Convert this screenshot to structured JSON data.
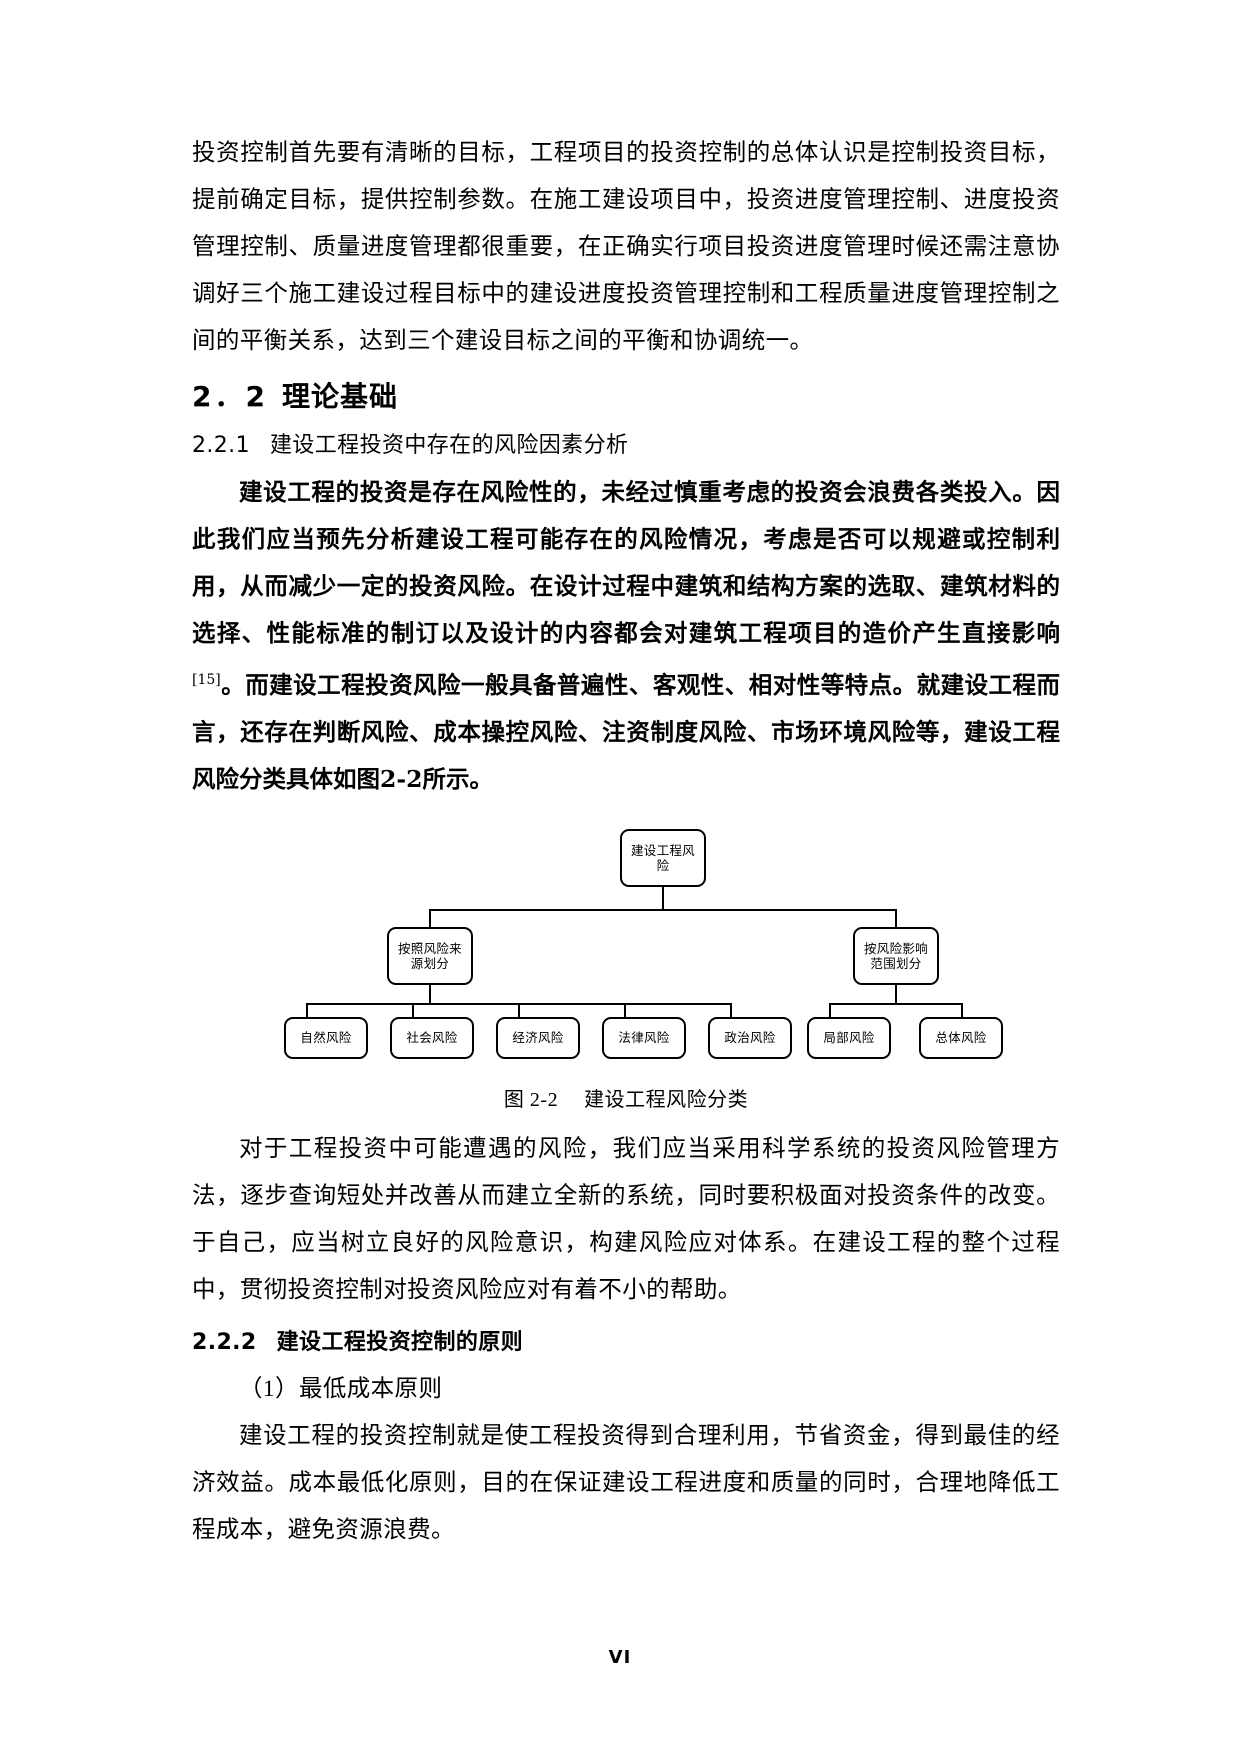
{
  "document": {
    "page_number": "VI"
  },
  "paragraphs": {
    "p1": "投资控制首先要有清晰的目标，工程项目的投资控制的总体认识是控制投资目标，提前确定目标，提供控制参数。在施工建设项目中，投资进度管理控制、进度投资管理控制、质量进度管理都很重要，在正确实行项目投资进度管理时候还需注意协调好三个施工建设过程目标中的建设进度投资管理控制和工程质量进度管理控制之间的平衡关系，达到三个建设目标之间的平衡和协调统一。",
    "p2_part1": "建设工程的投资是存在风险性的，未经过慎重考虑的投资会浪费各类投入。因此我们应当预先分析建设工程可能存在的风险情况，考虑是否可以规避或控制利用，从而减少一定的投资风险。在设计过程中建筑和结构方案的选取、建筑材料的选择、性能标准的制订以及设计的内容都会对建筑工程项目的造价产生直接影响",
    "p2_citation": "[15]",
    "p2_part2": "。而建设工程投资风险一般具备普遍性、客观性、相对性等特点。就建设工程而言，还存在判断风险、成本操控风险、注资制度风险、市场环境风险等，建设工程风险分类具体如图2-2所示。",
    "p3": "对于工程投资中可能遭遇的风险，我们应当采用科学系统的投资风险管理方法，逐步查询短处并改善从而建立全新的系统，同时要积极面对投资条件的改变。于自己，应当树立良好的风险意识，构建风险应对体系。在建设工程的整个过程中，贯彻投资控制对投资风险应对有着不小的帮助。",
    "p4": "（1）最低成本原则",
    "p5": "建设工程的投资控制就是使工程投资得到合理利用，节省资金，得到最佳的经济效益。成本最低化原则，目的在保证建设工程进度和质量的同时，合理地降低工程成本，避免资源浪费。"
  },
  "headings": {
    "h2_number": "2．2",
    "h2_title": "理论基础",
    "h3_1_number": "2.2.1",
    "h3_1_title": "建设工程投资中存在的风险因素分析",
    "h3_2_number": "2.2.2",
    "h3_2_title": "建设工程投资控制的原则"
  },
  "figure": {
    "caption_label": "图 2-2",
    "caption_title": "建设工程风险分类",
    "root": "建设工程风\n险",
    "branch_left": "按照风险来\n源划分",
    "branch_right": "按风险影响\n范围划分",
    "leaves_left": [
      "自然风险",
      "社会风险",
      "经济风险",
      "法律风险",
      "政治风险"
    ],
    "leaves_right": [
      "局部风险",
      "总体风险"
    ]
  },
  "chart_data": {
    "type": "diagram",
    "title": "建设工程风险分类",
    "nodes": [
      {
        "id": "root",
        "label": "建设工程风险",
        "level": 0
      },
      {
        "id": "b1",
        "label": "按照风险来源划分",
        "level": 1,
        "parent": "root"
      },
      {
        "id": "b2",
        "label": "按风险影响范围划分",
        "level": 1,
        "parent": "root"
      },
      {
        "id": "l1",
        "label": "自然风险",
        "level": 2,
        "parent": "b1"
      },
      {
        "id": "l2",
        "label": "社会风险",
        "level": 2,
        "parent": "b1"
      },
      {
        "id": "l3",
        "label": "经济风险",
        "level": 2,
        "parent": "b1"
      },
      {
        "id": "l4",
        "label": "法律风险",
        "level": 2,
        "parent": "b1"
      },
      {
        "id": "l5",
        "label": "政治风险",
        "level": 2,
        "parent": "b1"
      },
      {
        "id": "l6",
        "label": "局部风险",
        "level": 2,
        "parent": "b2"
      },
      {
        "id": "l7",
        "label": "总体风险",
        "level": 2,
        "parent": "b2"
      }
    ]
  }
}
